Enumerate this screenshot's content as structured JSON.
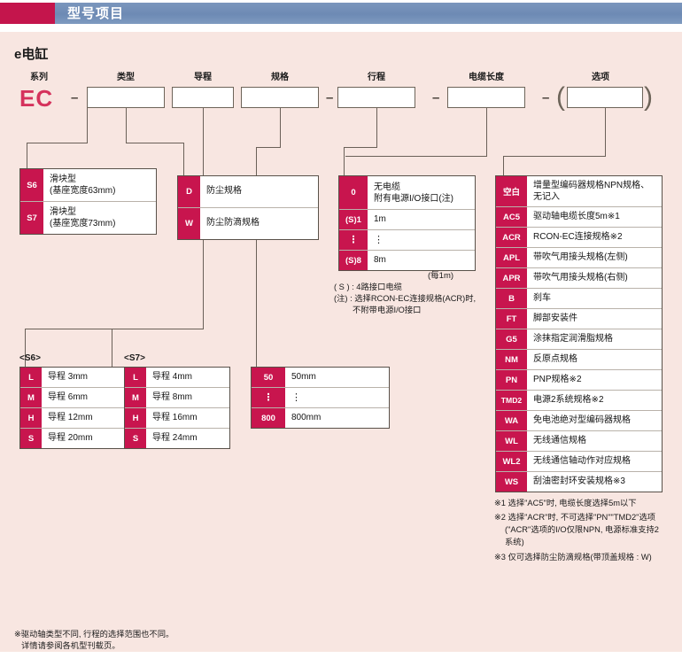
{
  "header": {
    "title": "型号项目"
  },
  "section": {
    "title": "e电缸"
  },
  "code_row": {
    "series_value": "EC",
    "dash": "–",
    "paren_open": "(",
    "paren_close": ")",
    "labels": {
      "series": "系列",
      "type": "类型",
      "lead": "导程",
      "size": "规格",
      "stroke": "行程",
      "cable_length": "电缆长度",
      "option": "选项"
    },
    "fields": {
      "type": "",
      "lead": "",
      "size": "",
      "stroke": "",
      "cable_length": "",
      "option": ""
    }
  },
  "tables": {
    "series": {
      "rows": [
        {
          "code": "S6",
          "desc_line1": "滑块型",
          "desc_line2": "(基座宽度63mm)"
        },
        {
          "code": "S7",
          "desc_line1": "滑块型",
          "desc_line2": "(基座宽度73mm)"
        }
      ]
    },
    "type": {
      "rows": [
        {
          "code": "D",
          "desc": "防尘规格"
        },
        {
          "code": "W",
          "desc": "防尘防滴规格"
        }
      ]
    },
    "cable_length": {
      "rows": [
        {
          "code": "0",
          "desc_line1": "无电缆",
          "desc_line2": "附有电源I/O接口(注)"
        },
        {
          "code": "(S)1",
          "desc": "1m"
        },
        {
          "code": "⋮",
          "desc": "⋮"
        },
        {
          "code": "(S)8",
          "desc": "8m"
        }
      ],
      "per_unit": "(每1m)",
      "notes": [
        "( S ) : 4路接口电缆",
        "(注) : 选择RCON-EC连接规格(ACR)时,",
        "不附带电源I/O接口"
      ]
    },
    "lead_s6": {
      "heading": "<S6>",
      "rows": [
        {
          "code": "L",
          "desc": "导程 3mm"
        },
        {
          "code": "M",
          "desc": "导程 6mm"
        },
        {
          "code": "H",
          "desc": "导程 12mm"
        },
        {
          "code": "S",
          "desc": "导程 20mm"
        }
      ]
    },
    "lead_s7": {
      "heading": "<S7>",
      "rows": [
        {
          "code": "L",
          "desc": "导程 4mm"
        },
        {
          "code": "M",
          "desc": "导程 8mm"
        },
        {
          "code": "H",
          "desc": "导程 16mm"
        },
        {
          "code": "S",
          "desc": "导程 24mm"
        }
      ]
    },
    "stroke": {
      "rows": [
        {
          "code": "50",
          "desc": "50mm"
        },
        {
          "code": "⋮",
          "desc": "⋮"
        },
        {
          "code": "800",
          "desc": "800mm"
        }
      ]
    },
    "option": {
      "rows": [
        {
          "code": "空白",
          "desc_line1": "增量型编码器规格NPN规格、",
          "desc_line2": "无记入"
        },
        {
          "code": "AC5",
          "desc": "驱动轴电缆长度5m※1"
        },
        {
          "code": "ACR",
          "desc": "RCON-EC连接规格※2"
        },
        {
          "code": "APL",
          "desc": "带吹气用接头规格(左侧)"
        },
        {
          "code": "APR",
          "desc": "带吹气用接头规格(右侧)"
        },
        {
          "code": "B",
          "desc": "刹车"
        },
        {
          "code": "FT",
          "desc": "脚部安装件"
        },
        {
          "code": "G5",
          "desc": "涂抹指定润滑脂规格"
        },
        {
          "code": "NM",
          "desc": "反原点规格"
        },
        {
          "code": "PN",
          "desc": "PNP规格※2"
        },
        {
          "code": "TMD2",
          "desc": "电源2系统规格※2"
        },
        {
          "code": "WA",
          "desc": "免电池绝对型编码器规格"
        },
        {
          "code": "WL",
          "desc": "无线通信规格"
        },
        {
          "code": "WL2",
          "desc": "无线通信轴动作对应规格"
        },
        {
          "code": "WS",
          "desc": "刮油密封环安装规格※3"
        }
      ]
    }
  },
  "footnotes": {
    "option_notes": [
      "※1 选择\"AC5\"时, 电缆长度选择5m以下",
      "※2 选择\"ACR\"时, 不可选择\"PN\"\"TMD2\"选项",
      "(\"ACR\"选项的I/O仅限NPN, 电源标准支持2",
      "系统)",
      "※3 仅可选择防尘防滴规格(带顶盖规格 : W)"
    ],
    "bottom": [
      "※驱动轴类型不同, 行程的选择范围也不同。",
      "详情请参阅各机型刊载页。"
    ]
  },
  "colors": {
    "accent_red": "#c8154e",
    "header_blue": "#7089b3",
    "panel_bg": "#f8e6e1",
    "ec_red": "#d5325c"
  }
}
